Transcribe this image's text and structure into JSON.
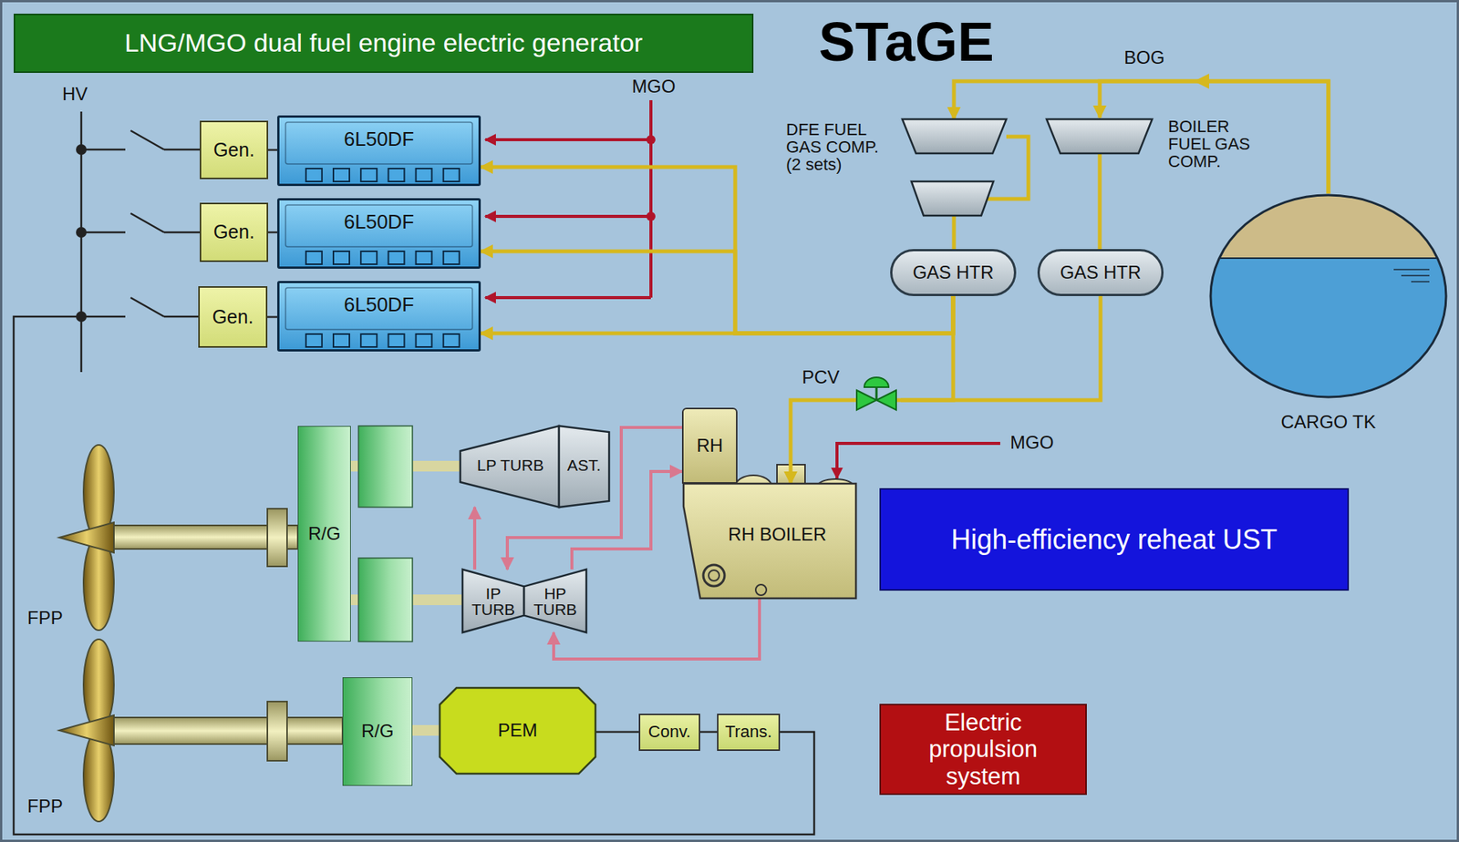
{
  "diagram": {
    "title": "STaGE",
    "nodes": [
      {
        "text": [
          "LNG/MGO dual fuel engine electric generator"
        ]
      },
      {
        "text": [
          "Gen."
        ]
      },
      {
        "text": [
          "6L50DF"
        ]
      },
      {
        "text": [
          "Gen."
        ]
      },
      {
        "text": [
          "6L50DF"
        ]
      },
      {
        "text": [
          "Gen."
        ]
      },
      {
        "text": [
          "6L50DF"
        ]
      },
      {
        "text": [
          "DFE FUEL GAS COMP. (2 sets)"
        ]
      },
      {
        "text": [
          "BOILER FUEL GAS COMP."
        ]
      },
      {
        "text": [
          "GAS HTR"
        ]
      },
      {
        "text": [
          "GAS HTR"
        ]
      },
      {
        "text": [
          "CARGO TK"
        ]
      },
      {
        "text": [
          "PCV"
        ]
      },
      {
        "text": [
          "RH"
        ]
      },
      {
        "text": [
          "RH BOILER"
        ]
      },
      {
        "text": [
          "LP TURB",
          "AST."
        ]
      },
      {
        "text": [
          "IP TURB"
        ]
      },
      {
        "text": [
          "HP TURB"
        ]
      },
      {
        "text": [
          "R/G"
        ]
      },
      {
        "text": [
          "R/G"
        ]
      },
      {
        "text": [
          "PEM"
        ]
      },
      {
        "text": [
          "Conv."
        ]
      },
      {
        "text": [
          "Trans."
        ]
      },
      {
        "text": [
          "High-efficiency reheat UST"
        ]
      },
      {
        "text": [
          "Electric propulsion system"
        ]
      }
    ],
    "edges": [
      {
        "from": 1,
        "to": 2,
        "arrow": "none"
      },
      {
        "from": 3,
        "to": 4,
        "arrow": "none"
      },
      {
        "from": 5,
        "to": 6,
        "arrow": "none"
      },
      {
        "from": 11,
        "to": 7,
        "arrow": "to"
      },
      {
        "from": 11,
        "to": 8,
        "arrow": "to"
      },
      {
        "from": 7,
        "to": 9,
        "arrow": "none"
      },
      {
        "from": 8,
        "to": 10,
        "arrow": "none"
      },
      {
        "from": 9,
        "to": 2,
        "arrow": "to"
      },
      {
        "from": 9,
        "to": 4,
        "arrow": "to"
      },
      {
        "from": 9,
        "to": 6,
        "arrow": "to"
      },
      {
        "from": 9,
        "to": 12,
        "arrow": "none"
      },
      {
        "from": 10,
        "to": 12,
        "arrow": "none"
      },
      {
        "from": 12,
        "to": 14,
        "arrow": "to"
      },
      {
        "from": 14,
        "to": 17,
        "arrow": "to"
      },
      {
        "from": 17,
        "to": 13,
        "arrow": "to"
      },
      {
        "from": 13,
        "to": 16,
        "arrow": "to"
      },
      {
        "from": 16,
        "to": 15,
        "arrow": "to"
      },
      {
        "from": 15,
        "to": 18,
        "arrow": "none"
      },
      {
        "from": 16,
        "to": 18,
        "arrow": "none"
      },
      {
        "from": 20,
        "to": 19,
        "arrow": "none"
      },
      {
        "from": 20,
        "to": 21,
        "arrow": "none"
      },
      {
        "from": 21,
        "to": 22,
        "arrow": "none"
      }
    ],
    "labels": [
      "HV",
      "MGO",
      "BOG",
      "MGO",
      "FPP",
      "FPP"
    ]
  }
}
